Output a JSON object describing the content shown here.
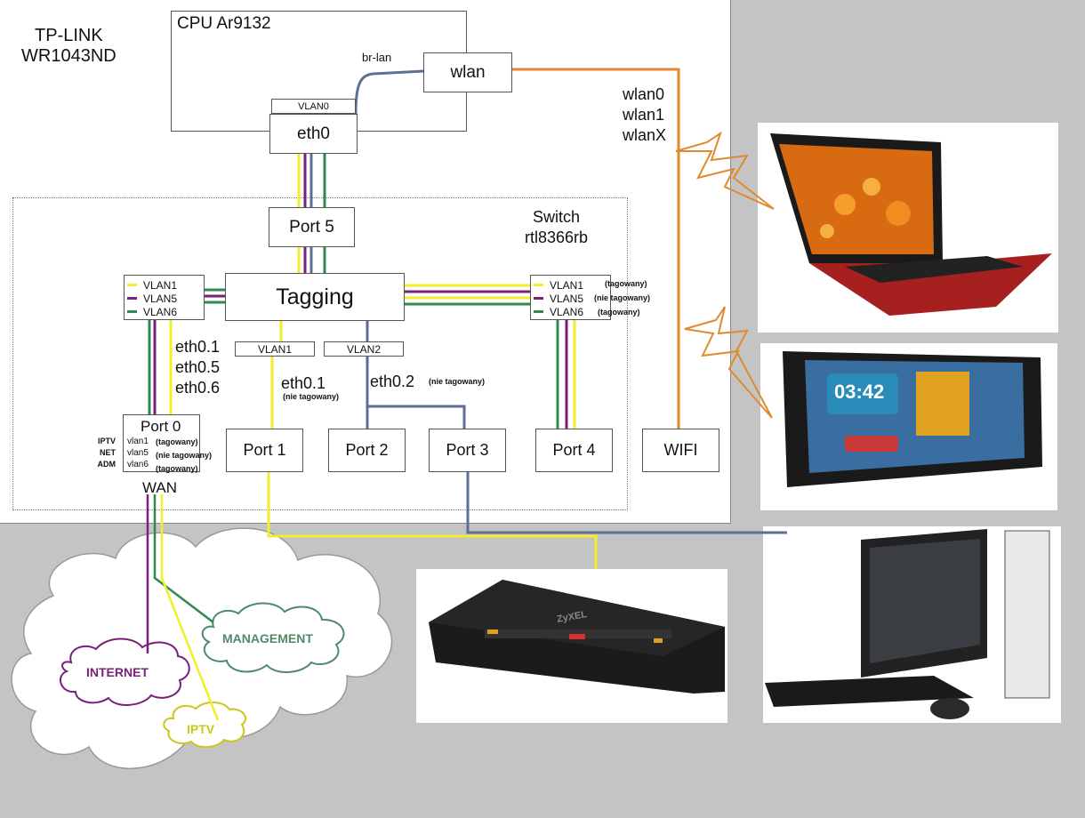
{
  "router": {
    "name_line1": "TP-LINK",
    "name_line2": "WR1043ND"
  },
  "cpu": {
    "label": "CPU Ar9132",
    "wlan": "wlan",
    "br_lan": "br-lan",
    "vlan0": "VLAN0",
    "eth0": "eth0"
  },
  "wifi_ifaces": [
    "wlan0",
    "wlan1",
    "wlanX"
  ],
  "switch": {
    "name_line1": "Switch",
    "name_line2": "rtl8366rb",
    "port5": "Port 5",
    "tagging": "Tagging",
    "vlan1_box": "VLAN1",
    "vlan2_box": "VLAN2",
    "left_legend": [
      "VLAN1",
      "VLAN5",
      "VLAN6"
    ],
    "right_legend": [
      {
        "vlan": "VLAN1",
        "note": "(tagowany)"
      },
      {
        "vlan": "VLAN5",
        "note": "(nie tagowany)"
      },
      {
        "vlan": "VLAN6",
        "note": "(tagowany)"
      }
    ],
    "eth_subs": [
      "eth0.1",
      "eth0.5",
      "eth0.6"
    ],
    "eth01": "eth0.1",
    "eth01_note": "(nie tagowany)",
    "eth02": "eth0.2",
    "eth02_note": "(nie tagowany)",
    "port0": "Port 0",
    "port0_rows": [
      {
        "svc": "IPTV",
        "vlan": "vlan1",
        "note": "(tagowany)"
      },
      {
        "svc": "NET",
        "vlan": "vlan5",
        "note": "(nie tagowany)"
      },
      {
        "svc": "ADM",
        "vlan": "vlan6",
        "note": "(tagowany)"
      }
    ],
    "wan": "WAN",
    "port1": "Port 1",
    "port2": "Port 2",
    "port3": "Port 3",
    "port4": "Port 4",
    "wifi": "WIFI"
  },
  "clouds": {
    "management": "MANAGEMENT",
    "internet": "INTERNET",
    "iptv": "IPTV"
  },
  "stb_brand": "ZyXEL",
  "tablet_clock": "03:42",
  "colors": {
    "vlan1": "#f2ee2a",
    "vlan5": "#7a1f7a",
    "vlan6": "#2e8a4e",
    "vlan2": "#5e6e96",
    "wifi": "#e08a30",
    "background": "#c4c4c4",
    "management_text": "#4f8a6a",
    "internet_text": "#7a1f7a",
    "iptv_text": "#c8c81a"
  }
}
